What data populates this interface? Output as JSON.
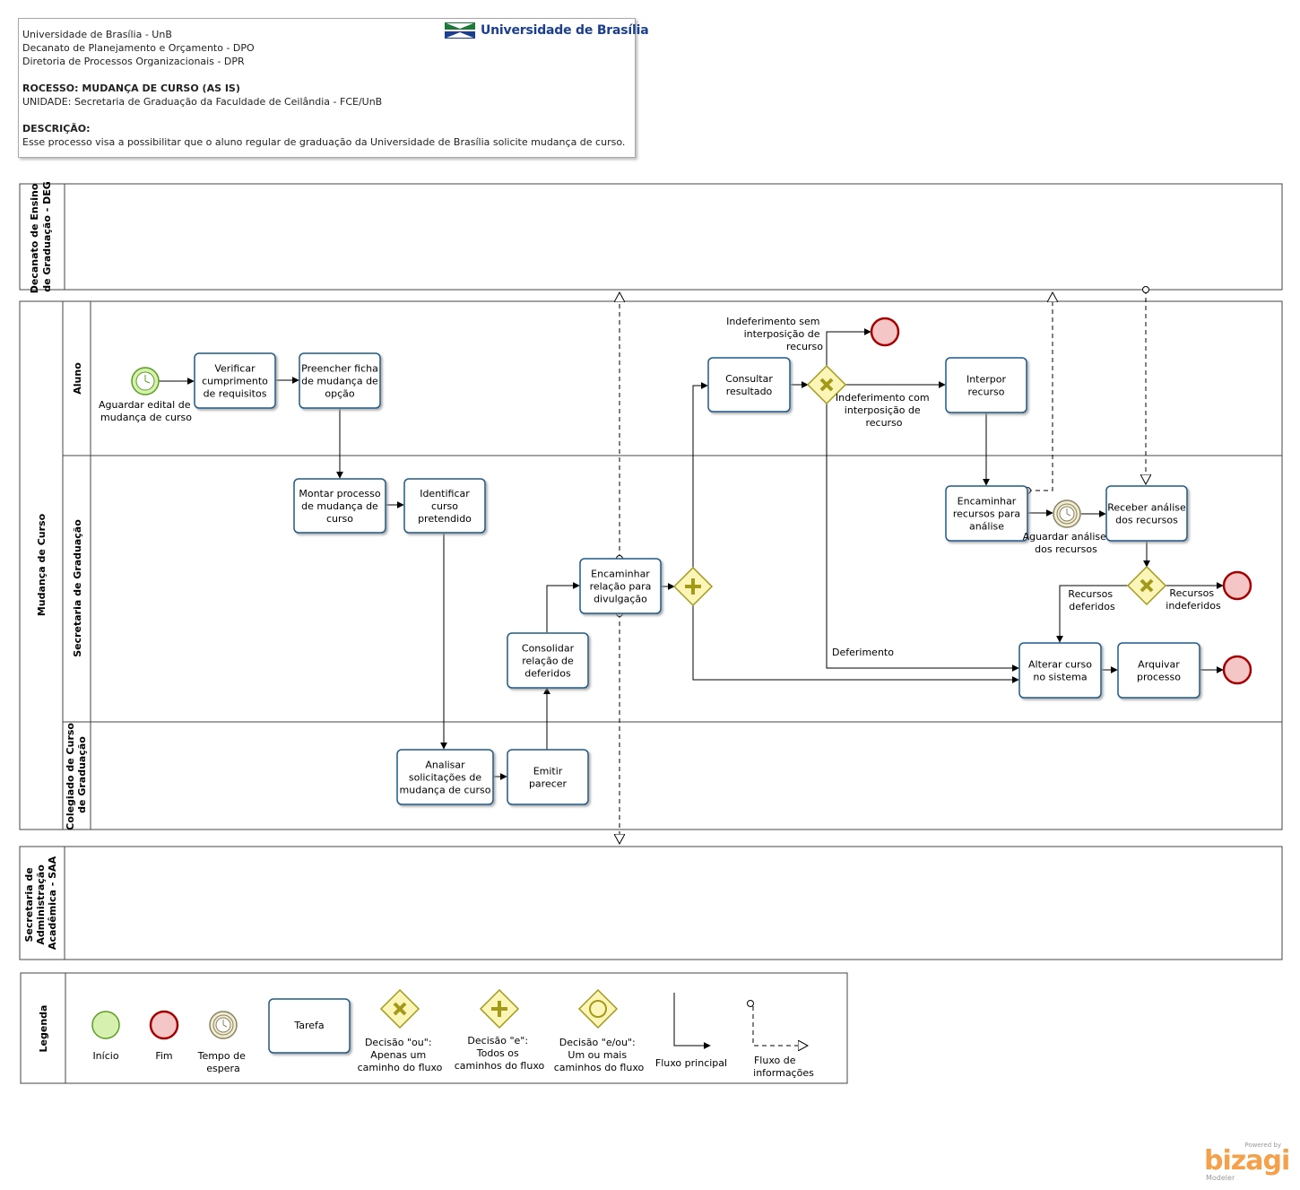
{
  "header": {
    "lines": [
      "Universidade de Brasília - UnB",
      "Decanato de Planejamento e Orçamento - DPO",
      "Diretoria de Processos Organizacionais - DPR"
    ],
    "process": "ROCESSO: MUDANÇA DE CURSO (AS IS)",
    "unit": "UNIDADE: Secretaria de Graduação da Faculdade de Ceilândia - FCE/UnB",
    "description_title": "DESCRIÇÃO:",
    "description": "Esse processo visa a possibilitar que o aluno regular de graduação da Universidade de Brasília solicite mudança de curso.",
    "logo_text": "Universidade de Brasília"
  },
  "pools": {
    "deg": [
      "Decanato de Ensino",
      "de Graduação - DEG"
    ],
    "main": "Mudança de Curso",
    "saa": [
      "Secretaria de",
      "Administração",
      "Acadêmica - SAA"
    ]
  },
  "lanes": {
    "aluno": "Aluno",
    "secretaria": "Secretaria de Graduação",
    "colegiado": [
      "Colegiado de Curso",
      "de Graduação"
    ]
  },
  "tasks": {
    "verificar": [
      "Verificar",
      "cumprimento",
      "de requisitos"
    ],
    "preencher": [
      "Preencher ficha",
      "de mudança de",
      "opção"
    ],
    "montar": [
      "Montar processo",
      "de mudança de",
      "curso"
    ],
    "identificar": [
      "Identificar",
      "curso",
      "pretendido"
    ],
    "analisar": [
      "Analisar",
      "solicitações de",
      "mudança de curso"
    ],
    "emitir": [
      "Emitir",
      "parecer"
    ],
    "consolidar": [
      "Consolidar",
      "relação de",
      "deferidos"
    ],
    "encaminhar_rel": [
      "Encaminhar",
      "relação para",
      "divulgação"
    ],
    "consultar": [
      "Consultar",
      "resultado"
    ],
    "interpor": [
      "Interpor",
      "recurso"
    ],
    "encaminhar_rec": [
      "Encaminhar",
      "recursos para",
      "análise"
    ],
    "receber": [
      "Receber análise",
      "dos recursos"
    ],
    "alterar": [
      "Alterar curso",
      "no sistema"
    ],
    "arquivar": [
      "Arquivar",
      "processo"
    ]
  },
  "events": {
    "start": [
      "Aguardar edital de",
      "mudança de curso"
    ],
    "timer2": [
      "Aguardar análise",
      "dos recursos"
    ]
  },
  "flow_labels": {
    "indef_sem": [
      "Indeferimento sem",
      "interposição de",
      "recurso"
    ],
    "indef_com": [
      "Indeferimento com",
      "interposição de",
      "recurso"
    ],
    "deferimento": "Deferimento",
    "rec_deferidos": [
      "Recursos",
      "deferidos"
    ],
    "rec_indeferidos": [
      "Recursos",
      "indeferidos"
    ]
  },
  "legend": {
    "title": "Legenda",
    "inicio": "Início",
    "fim": "Fim",
    "tempo": [
      "Tempo de",
      "espera"
    ],
    "tarefa": "Tarefa",
    "ou": [
      "Decisão \"ou\":",
      "Apenas um",
      "caminho do fluxo"
    ],
    "e": [
      "Decisão \"e\":",
      "Todos os",
      "caminhos do fluxo"
    ],
    "eou": [
      "Decisão \"e/ou\":",
      "Um ou mais",
      "caminhos do fluxo"
    ],
    "fluxo_principal": "Fluxo principal",
    "fluxo_info": [
      "Fluxo de",
      "informações"
    ]
  },
  "brand": {
    "powered": "Powered by",
    "name": "bizagi",
    "sub": "Modeler"
  },
  "colors": {
    "task_fill": "#ffffff",
    "task_stroke": "#1c5a8c",
    "start_fill": "#d6f0b0",
    "start_stroke": "#5a9e1e",
    "end_fill": "#f4c6c6",
    "end_stroke": "#a80000",
    "gateway_fill": "#fbf5b8",
    "gateway_stroke": "#a49a1a"
  }
}
